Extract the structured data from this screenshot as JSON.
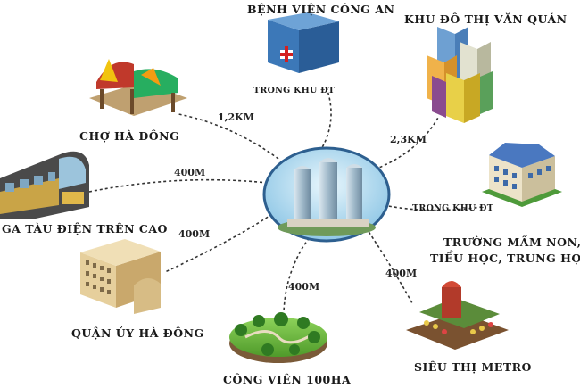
{
  "center": {
    "name": "apartment-towers"
  },
  "places": {
    "hospital": {
      "label": "BỆNH VIỆN CÔNG AN",
      "distance": "TRONG KHU ĐT"
    },
    "urban_area": {
      "label": "KHU ĐÔ THỊ VĂN QUÁN",
      "distance": "2,3KM"
    },
    "school": {
      "label_line1": "TRƯỜNG MẦM NON,",
      "label_line2": "TIỂU HỌC, TRUNG HỌC",
      "distance": "TRONG KHU ĐT"
    },
    "metro": {
      "label": "SIÊU THỊ METRO",
      "distance": "400M"
    },
    "park": {
      "label": "CÔNG VIÊN 100HA",
      "distance": "400M"
    },
    "district_office": {
      "label": "QUẬN ỦY HÀ ĐÔNG",
      "distance": "400M"
    },
    "train": {
      "label": "GA TÀU ĐIỆN TRÊN CAO",
      "distance": "400M"
    },
    "market": {
      "label": "CHỢ HÀ ĐÔNG",
      "distance": "1,2KM"
    }
  },
  "colors": {
    "connector": "#333333",
    "ellipse": "#3a6ea5",
    "sky": "#bfe3f5"
  }
}
